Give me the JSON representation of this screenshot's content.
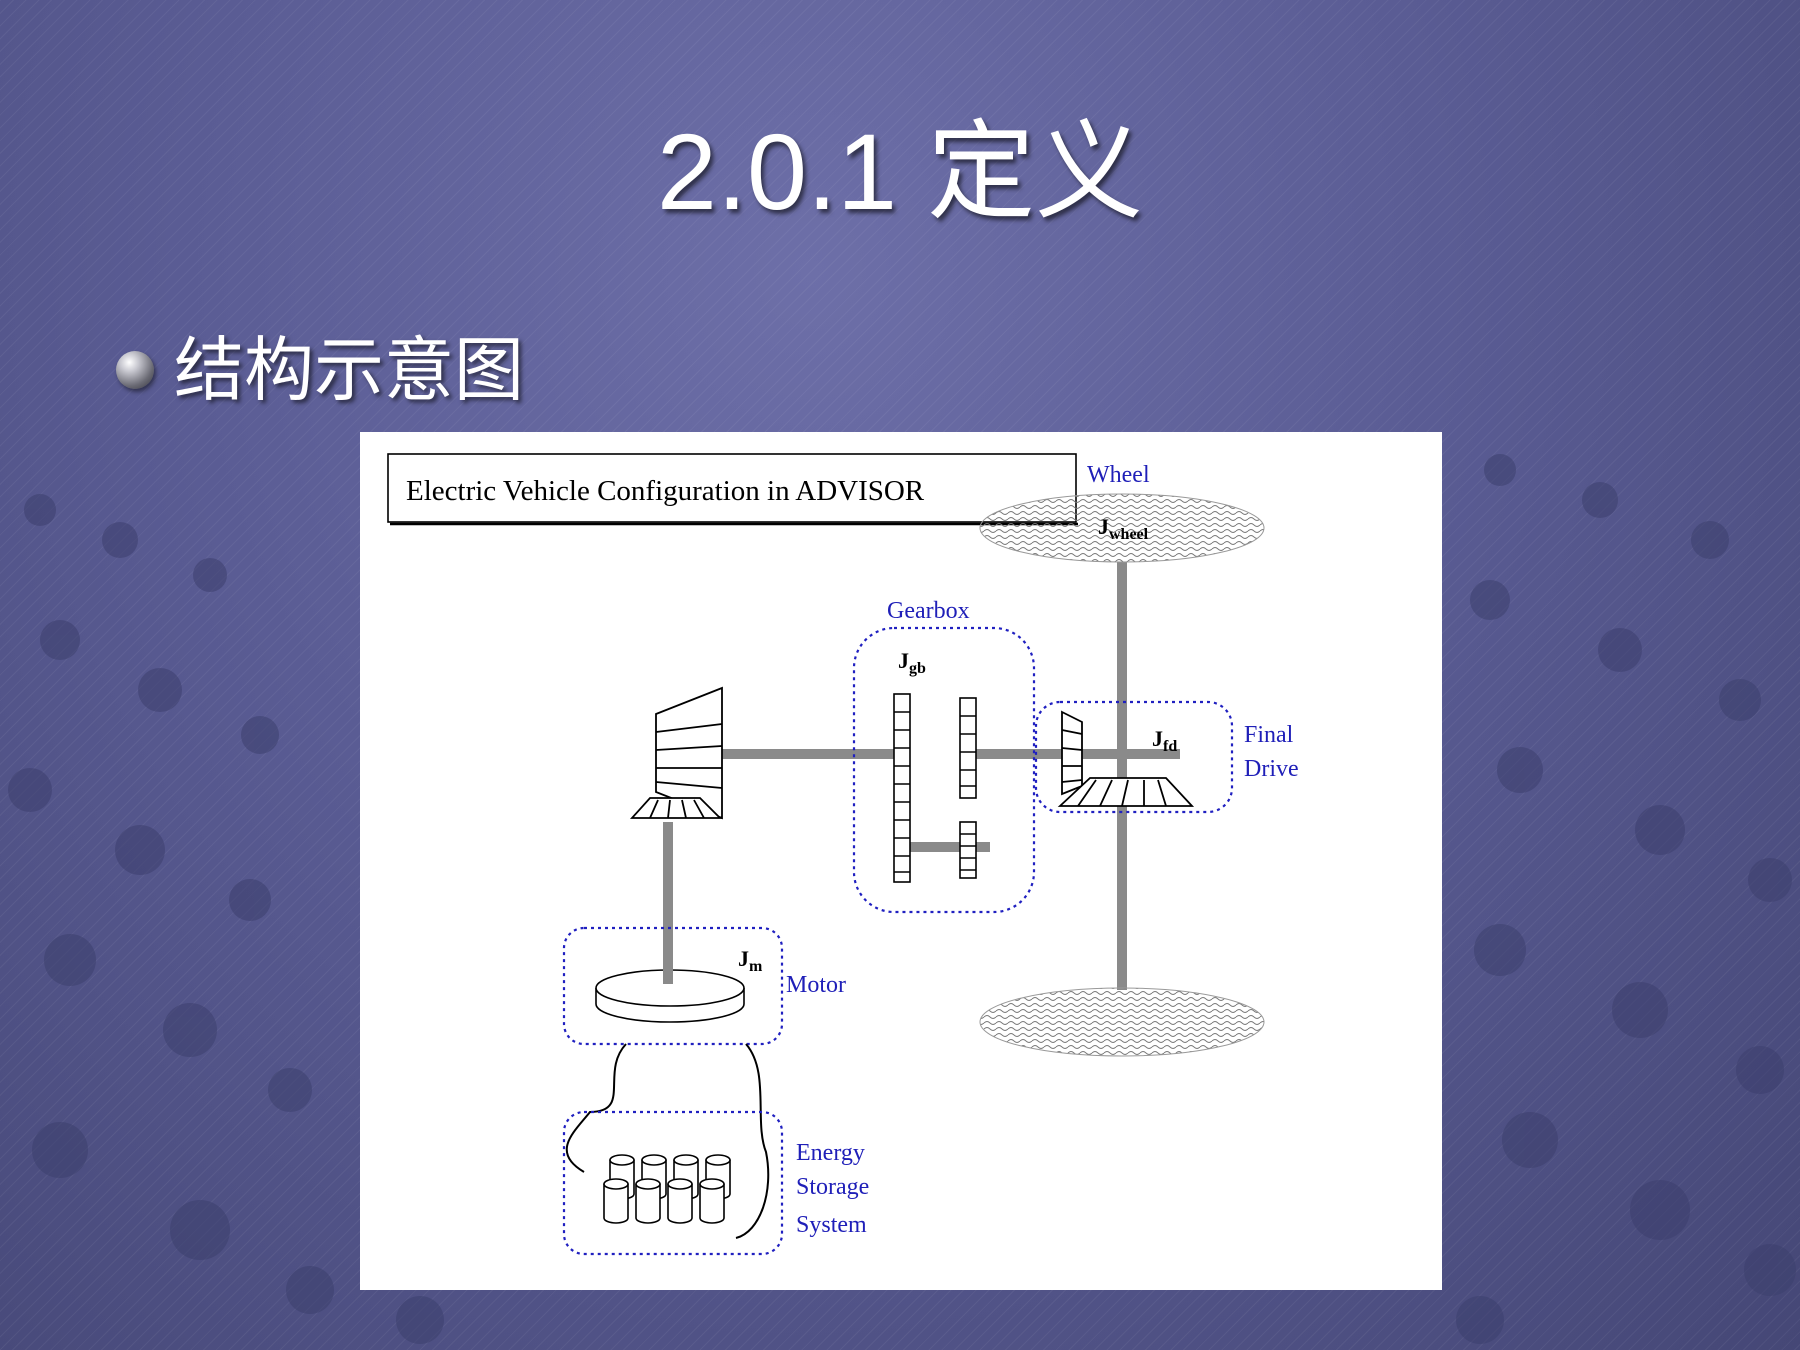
{
  "slide": {
    "title": "2.0.1 定义",
    "bullet": "结构示意图"
  },
  "diagram": {
    "heading": "Electric Vehicle Configuration in ADVISOR",
    "labels": {
      "wheel": "Wheel",
      "gearbox": "Gearbox",
      "final_drive_line1": "Final",
      "final_drive_line2": "Drive",
      "motor": "Motor",
      "ess_line1": "Energy",
      "ess_line2": "Storage",
      "ess_line3": "System"
    },
    "symbols": {
      "j_wheel_base": "J",
      "j_wheel_sub": "wheel",
      "j_gb_base": "J",
      "j_gb_sub": "gb",
      "j_fd_base": "J",
      "j_fd_sub": "fd",
      "j_m_base": "J",
      "j_m_sub": "m"
    },
    "colors": {
      "label_blue": "#1f1fb8",
      "shaft_gray": "#8a8a8a",
      "dotted_border": "#2020c0"
    }
  }
}
